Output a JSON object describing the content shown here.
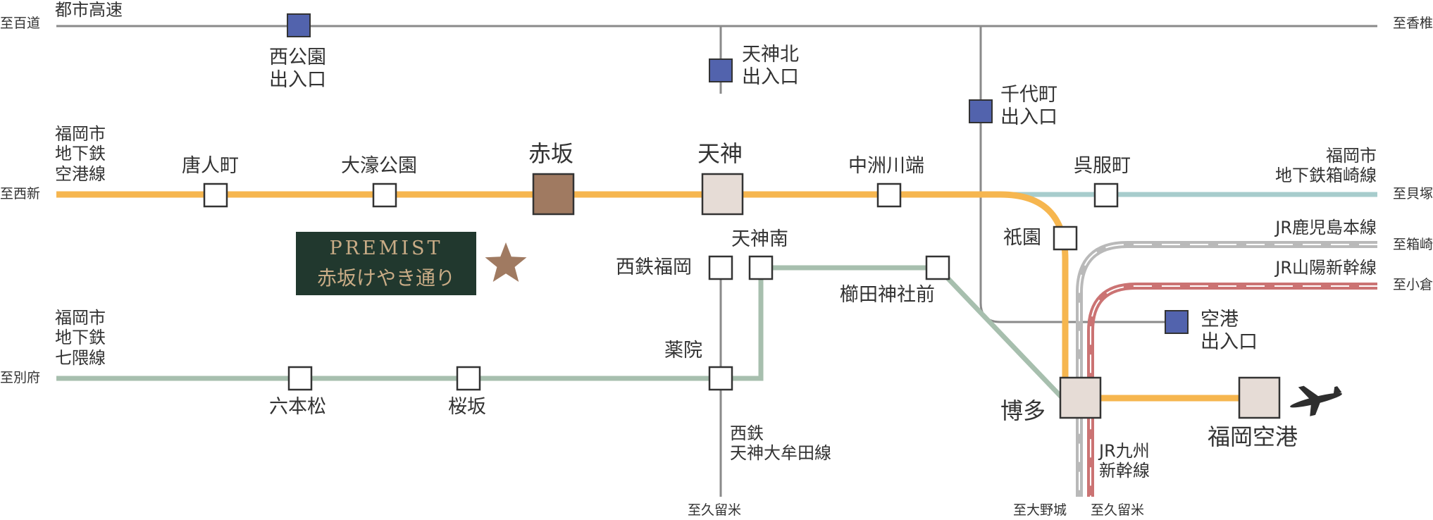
{
  "map": {
    "route_labels": {
      "expressway": "都市高速",
      "airport_line": "福岡市\n地下鉄\n空港線",
      "hakozaki_line": "福岡市\n地下鉄箱崎線",
      "nanakuma_line": "福岡市\n地下鉄\n七隈線",
      "kagoshima_line": "JR鹿児島本線",
      "sanyo_shinkansen": "JR山陽新幹線",
      "kyushu_shinkansen": "JR九州\n新幹線",
      "nishitetsu_line": "西鉄\n天神大牟田線"
    },
    "directions": {
      "to_momochi": "至百道",
      "to_kashii": "至香椎",
      "to_nishijin": "至西新",
      "to_kaizuka": "至貝塚",
      "to_hakozaki": "至箱崎",
      "to_kokura": "至小倉",
      "to_befu": "至別府",
      "to_kurume_nishitetsu": "至久留米",
      "to_onojo": "至大野城",
      "to_kurume_jr": "至久留米"
    },
    "entrances": {
      "nishikoen": "西公園\n出入口",
      "tenjinkita": "天神北\n出入口",
      "chiyomachi": "千代町\n出入口",
      "airport": "空港\n出入口"
    },
    "stations": {
      "tojinmachi": "唐人町",
      "ohorikoen": "大濠公園",
      "akasaka": "赤坂",
      "tenjin": "天神",
      "nakasukawabata": "中洲川端",
      "gofukumachi": "呉服町",
      "gion": "祇園",
      "hakata": "博多",
      "fukuoka_airport": "福岡空港",
      "tenjinminami": "天神南",
      "nishitetsu_fukuoka": "西鉄福岡",
      "kushidajinjamae": "櫛田神社前",
      "yakuin": "薬院",
      "ropponmatsu": "六本松",
      "sakurazaka": "桜坂"
    },
    "property": {
      "name_line1": "PREMIST",
      "name_line2": "赤坂けやき通り",
      "marker": "star-icon"
    },
    "colors": {
      "airport_line": "#f6b64f",
      "hakozaki_line": "#a7cccc",
      "nanakuma_line": "#a7bfae",
      "gray_road": "#8a8a8a",
      "jr_kagoshima": "#b9b9b9",
      "jr_sanyo": "#cb7373",
      "entrance_fill": "#5263ad",
      "akasaka_fill": "#a07a61",
      "major_station_fill": "#e6dcd6",
      "property_bg": "#21382e",
      "property_text": "#c9ac86",
      "star": "#a07a61"
    }
  }
}
